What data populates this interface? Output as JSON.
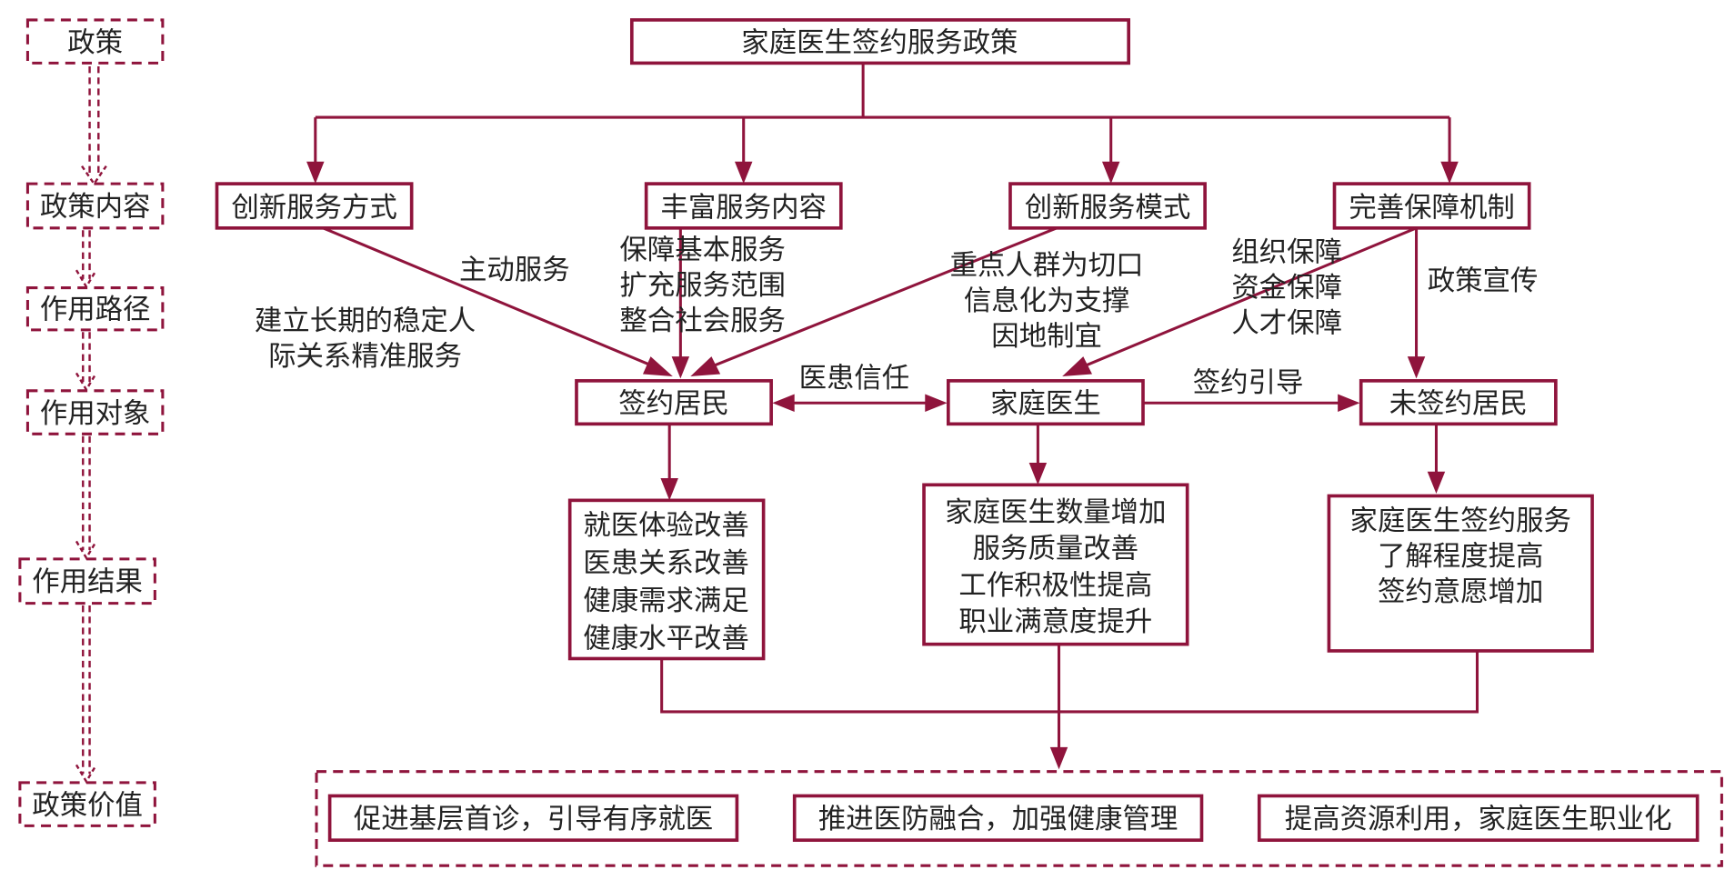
{
  "colors": {
    "accent": "#8f143c",
    "text": "#222222"
  },
  "levels": [
    "政策",
    "政策内容",
    "作用路径",
    "作用对象",
    "作用结果",
    "政策价值"
  ],
  "root": "家庭医生签约服务政策",
  "contents": [
    "创新服务方式",
    "丰富服务内容",
    "创新服务模式",
    "完善保障机制"
  ],
  "paths": {
    "active_service": "主动服务",
    "long_term": [
      "建立长期的稳定人",
      "际关系精准服务"
    ],
    "basic": [
      "保障基本服务",
      "扩充服务范围",
      "整合社会服务"
    ],
    "model": [
      "重点人群为切口",
      "信息化为支撑",
      "因地制宜"
    ],
    "guarantee": [
      "组织保障",
      "资金保障",
      "人才保障"
    ],
    "publicity": "政策宣传"
  },
  "objects": [
    "签约居民",
    "家庭医生",
    "未签约居民"
  ],
  "relations": {
    "trust": "医患信任",
    "guide": "签约引导"
  },
  "results": [
    [
      "就医体验改善",
      "医患关系改善",
      "健康需求满足",
      "健康水平改善"
    ],
    [
      "家庭医生数量增加",
      "服务质量改善",
      "工作积极性提高",
      "职业满意度提升"
    ],
    [
      "家庭医生签约服务",
      "了解程度提高",
      "签约意愿增加"
    ]
  ],
  "values": [
    "促进基层首诊，引导有序就医",
    "推进医防融合，加强健康管理",
    "提高资源利用，家庭医生职业化"
  ]
}
